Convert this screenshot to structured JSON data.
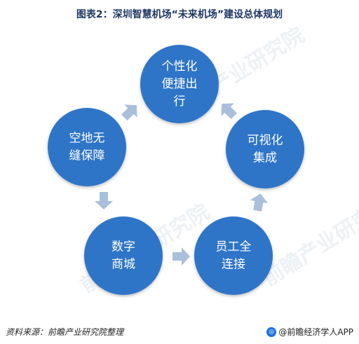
{
  "title": "图表2：深圳智慧机场“未来机场”建设总体规划",
  "nodes": [
    {
      "lines": [
        "个性化",
        "便捷出",
        "行"
      ]
    },
    {
      "lines": [
        "可视化",
        "集成"
      ]
    },
    {
      "lines": [
        "员工全",
        "连接"
      ]
    },
    {
      "lines": [
        "数字",
        "商城"
      ]
    },
    {
      "lines": [
        "空地无",
        "缝保障"
      ]
    }
  ],
  "watermark": "前瞻产业研究院",
  "footer": {
    "source": "资料来源：前瞻产业研究院整理",
    "brand": "@前瞻经济学人APP"
  },
  "colors": {
    "node": "#2e75c8",
    "arrow": "#a9bfdc",
    "title": "#1f3864"
  }
}
